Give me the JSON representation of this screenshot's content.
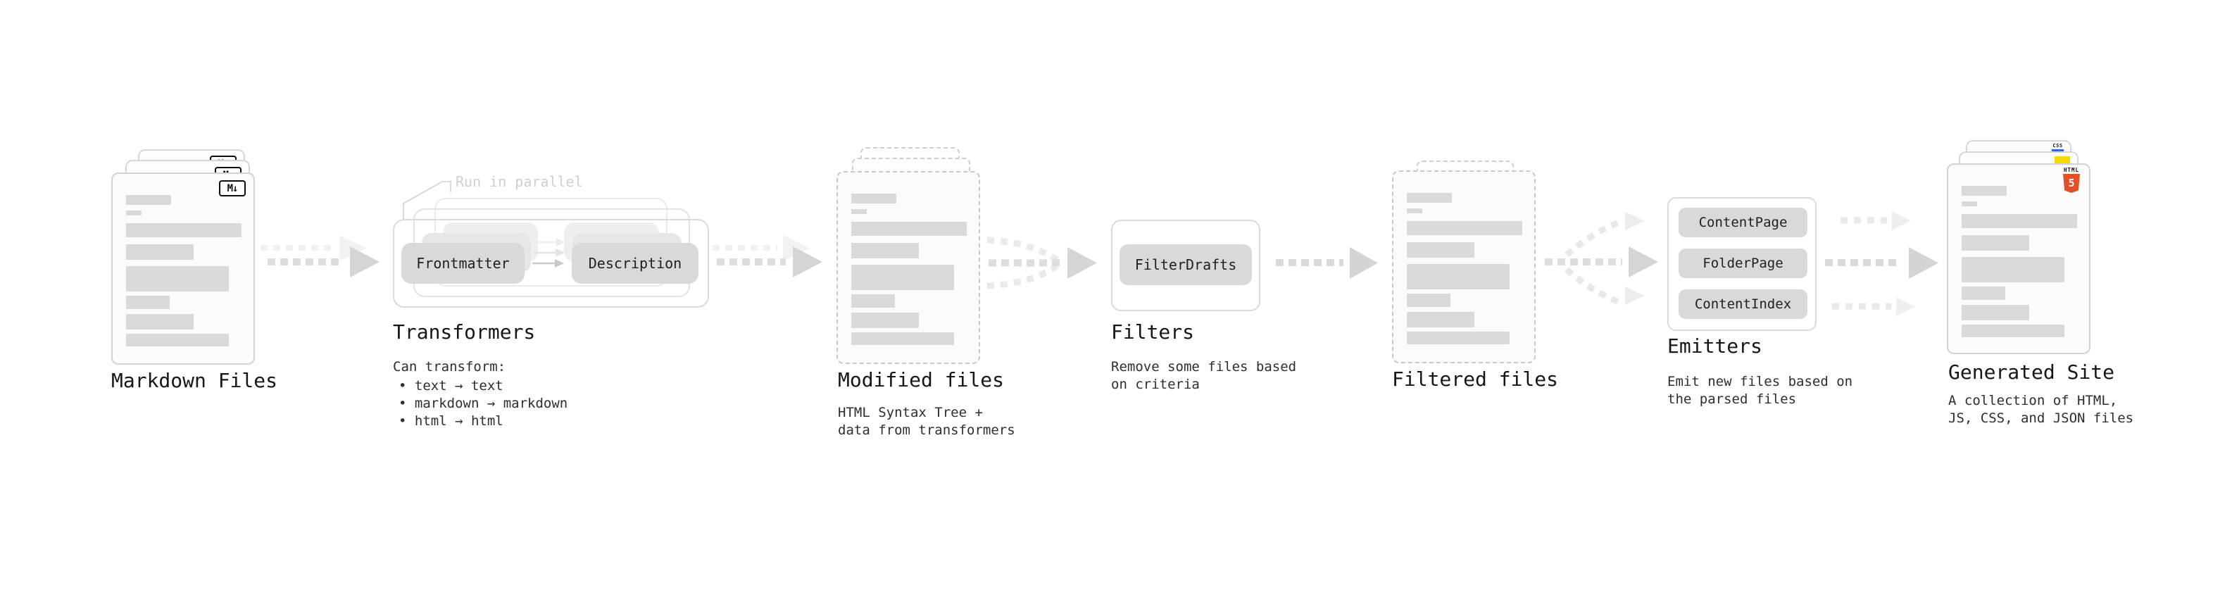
{
  "diagram": {
    "markdown_files": {
      "title": "Markdown Files",
      "badge": "M↓"
    },
    "transformers": {
      "note": "Run in parallel",
      "pill_left": "Frontmatter",
      "pill_right": "Description",
      "title": "Transformers",
      "desc_heading": "Can transform:",
      "bullets": [
        "• text → text",
        "• markdown → markdown",
        "• html → html"
      ]
    },
    "modified_files": {
      "title": "Modified files",
      "desc_line1": "HTML Syntax Tree +",
      "desc_line2": "data from transformers"
    },
    "filters": {
      "title": "Filters",
      "pill": "FilterDrafts",
      "desc_line1": "Remove some files based",
      "desc_line2": "on criteria"
    },
    "filtered_files": {
      "title": "Filtered files"
    },
    "emitters": {
      "title": "Emitters",
      "pills": [
        "ContentPage",
        "FolderPage",
        "ContentIndex"
      ],
      "desc_line1": "Emit new files based on",
      "desc_line2": "the parsed files"
    },
    "generated_site": {
      "title": "Generated Site",
      "desc_line1": "A collection of HTML,",
      "desc_line2": "JS, CSS, and JSON files",
      "html5_word": "HTML",
      "html5_digit": "5",
      "css_word": "CSS"
    }
  },
  "colors": {
    "background": "#ffffff",
    "bar_gray": "#d9d9d9",
    "arrow_gray": "#dadada",
    "arrow_head": "#d5d5d5",
    "arrow_ghost": "#f0f0f0",
    "ink": "#161616",
    "html5_orange": "#e34f26",
    "css_blue": "#2b62e9",
    "js_yellow": "#f4d903"
  },
  "doc_bars": [
    {
      "w": 64,
      "h": 14,
      "mt": 0
    },
    {
      "w": 22,
      "h": 7,
      "mt": 8
    },
    {
      "w": 164,
      "h": 20,
      "mt": 11
    },
    {
      "w": 96,
      "h": 22,
      "mt": 10
    },
    {
      "w": 146,
      "h": 36,
      "mt": 9
    },
    {
      "w": 62,
      "h": 19,
      "mt": 6
    },
    {
      "w": 96,
      "h": 22,
      "mt": 7
    },
    {
      "w": 146,
      "h": 18,
      "mt": 6
    }
  ]
}
